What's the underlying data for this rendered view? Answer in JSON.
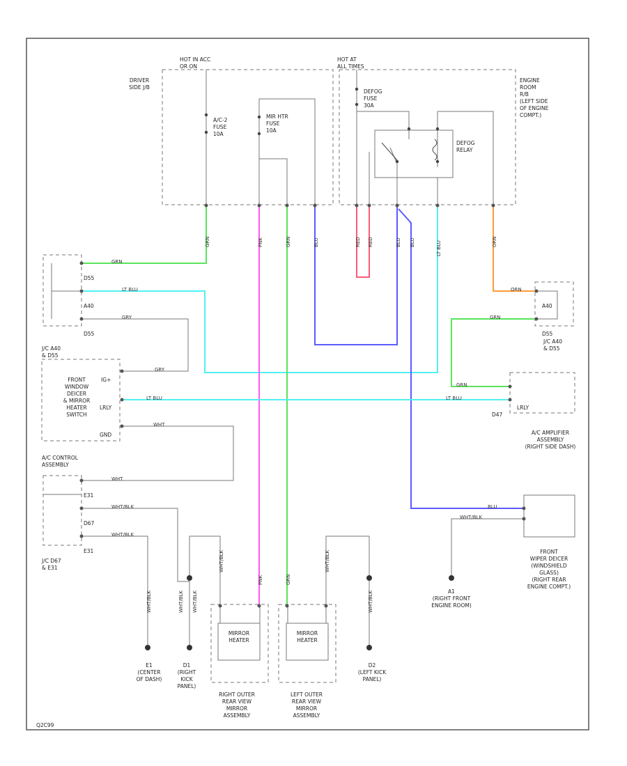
{
  "doc_id": "Q2C99",
  "colors": {
    "GRN": "#59e35a",
    "LT BLU": "#52f0f0",
    "PNK": "#ff5af0",
    "RED": "#ff5a78",
    "BLU": "#5a5aff",
    "ORN": "#ff9a3a",
    "GRY": "#8a8a8a",
    "WHT": "#c8c8c8",
    "WHT/BLK": "#6a6a6a"
  },
  "labels": {
    "hot_ign": "HOT IN ACC\nOR ON",
    "hot_at": "HOT AT\nALL TIMES",
    "driver_jb": "DRIVER\nSIDE J/B",
    "acc_fuse": "A/C-2\nFUSE\n10A",
    "mirhtr_fuse": "MIR HTR\nFUSE\n10A",
    "defog_fuse": "DEFOG\nFUSE\n30A",
    "defog_relay": "DEFOG\nRELAY",
    "engine_rb": "ENGINE\nROOM\nR/B\n(LEFT SIDE\nOF ENGINE\nCOMPT.)",
    "jc_a40_left": "J/C A40\n& D55",
    "jc_a40_right": "J/C A40\n& D55",
    "front_switch": "FRONT\nWINDOW\nDEICER\n& MIRROR\nHEATER\nSWITCH",
    "ac_control": "A/C CONTROL\nASSEMBLY",
    "jc_d67": "J/C D67\n& E31",
    "ac_amp": "A/C AMPLIFIER\nASSEMBLY\n(RIGHT SIDE DASH)",
    "deicer": "FRONT\nWIPER DEICER\n(WINDSHIELD\nGLASS)\n(RIGHT REAR\nENGINE COMPT.)",
    "mirror_heater_r": "MIRROR\nHEATER",
    "mirror_heater_l": "MIRROR\nHEATER",
    "right_mirror": "RIGHT OUTER\nREAR VIEW\nMIRROR\nASSEMBLY",
    "left_mirror": "LEFT OUTER\nREAR VIEW\nMIRROR\nASSEMBLY",
    "e1": "E1\n(CENTER\nOF DASH)",
    "d1": "D1\n(RIGHT\nKICK\nPANEL)",
    "d2": "D2\n(LEFT KICK\nPANEL)",
    "a1": "A1\n(RIGHT FRONT\nENGINE ROOM)",
    "conn_d55_top": "D55",
    "conn_a40_left": "A40",
    "conn_d55_bot": "D55",
    "conn_a40_right": "A40",
    "conn_d55_right": "D55",
    "conn_d47": "D47",
    "conn_e31_top": "E31",
    "conn_d67": "D67",
    "conn_e31_bot": "E31",
    "sw_ig": "IG+",
    "sw_lrly": "LRLY",
    "sw_gnd": "GND",
    "amp_lrly": "LRLY"
  },
  "wire_labels": {
    "grn1": "GRN",
    "ltblu1": "LT BLU",
    "gry1": "GRY",
    "gry2": "GRY",
    "ltblu2": "LT BLU",
    "wht1": "WHT",
    "wht2": "WHT",
    "whtblk1": "WHT/BLK",
    "whtblk2": "WHT/BLK",
    "grn2": "GRN",
    "orn1": "ORN",
    "grn3": "GRN",
    "ltblu3": "LT BLU",
    "blu1": "BLU",
    "whtblk3": "WHT/BLK",
    "v_grn": "GRN",
    "v_pnk": "PNK",
    "v_grn2": "GRN",
    "v_blu": "BLU",
    "v_red": "RED",
    "v_red2": "RED",
    "v_blu2": "BLU",
    "v_blu3": "BLU",
    "v_ltblu": "LT BLU",
    "v_orn": "ORN",
    "v_whtblk_e1": "WHT/BLK",
    "v_whtblk_d1": "WHT/BLK",
    "v_whtblk_d1b": "WHT/BLK",
    "v_whtblk_r": "WHT/BLK",
    "v_whtblk_l": "WHT/BLK",
    "v_whtblk_d2": "WHT/BLK",
    "v_pnk_low": "PNK",
    "v_grn_low": "GRN"
  }
}
